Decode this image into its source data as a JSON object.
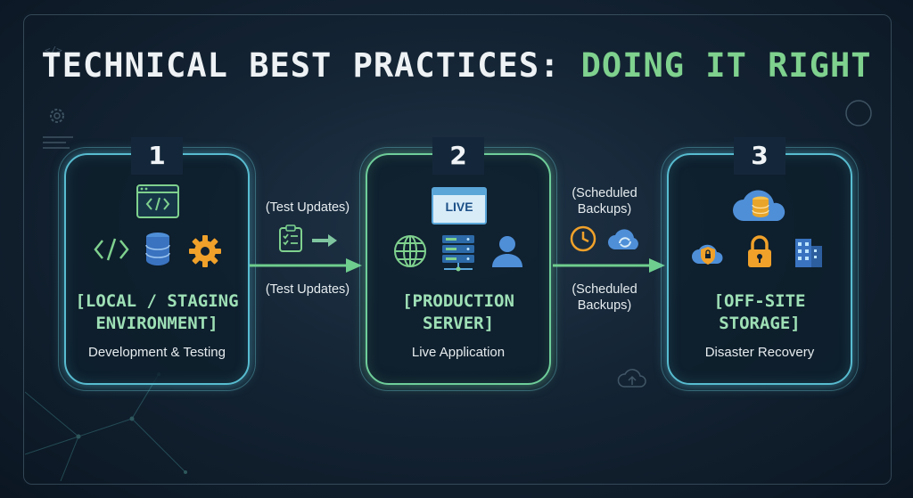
{
  "title": {
    "part1": "TECHNICAL BEST PRACTICES:",
    "part2": "DOING IT RIGHT"
  },
  "steps": [
    {
      "number": "1",
      "heading_line1": "[LOCAL / STAGING",
      "heading_line2": "ENVIRONMENT]",
      "subtitle": "Development & Testing",
      "icons": [
        "browser-code-icon",
        "code-brackets-icon",
        "database-icon",
        "gear-icon"
      ]
    },
    {
      "number": "2",
      "heading_line1": "[PRODUCTION",
      "heading_line2": "SERVER]",
      "subtitle": "Live Application",
      "badge": "LIVE",
      "icons": [
        "globe-icon",
        "server-rack-icon",
        "user-icon"
      ]
    },
    {
      "number": "3",
      "heading_line1": "[OFF-SITE",
      "heading_line2": "STORAGE]",
      "subtitle": "Disaster Recovery",
      "icons": [
        "cloud-database-icon",
        "shield-lock-icon",
        "padlock-icon",
        "building-icon"
      ]
    }
  ],
  "connectors": [
    {
      "label_top": "(Test Updates)",
      "label_bottom": "(Test Updates)",
      "icons": [
        "checklist-icon",
        "arrow-right-icon"
      ]
    },
    {
      "label_top_line1": "(Scheduled",
      "label_top_line2": "Backups)",
      "label_bottom_line1": "(Scheduled",
      "label_bottom_line2": "Backups)",
      "icons": [
        "clock-icon",
        "cloud-sync-icon"
      ]
    }
  ],
  "colors": {
    "accent_green": "#7fd18e",
    "cyan": "#58bcd0",
    "background": "#142434"
  }
}
